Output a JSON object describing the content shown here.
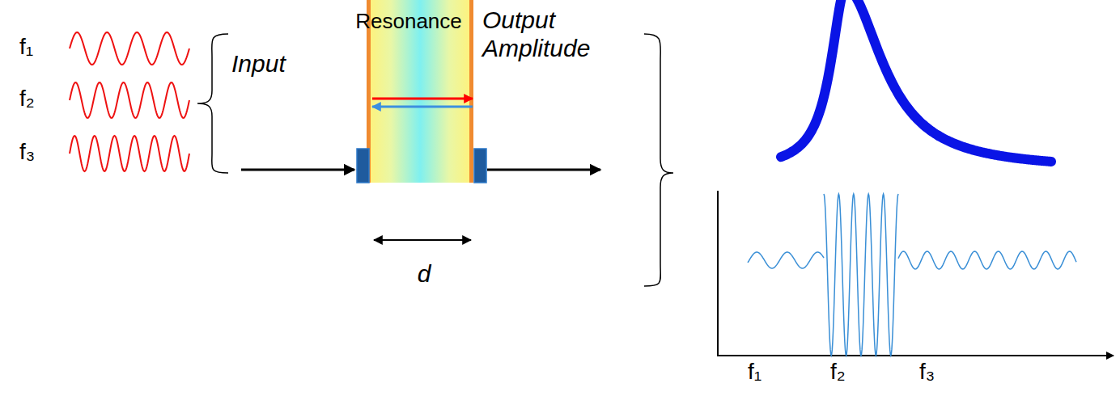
{
  "diagram": {
    "title": "Resonance",
    "labels": [
      "f₁",
      "f₂",
      "f₃",
      "Input",
      "Output Amplitude",
      "d",
      "f₁",
      "f₂",
      "f₃"
    ]
  }
}
